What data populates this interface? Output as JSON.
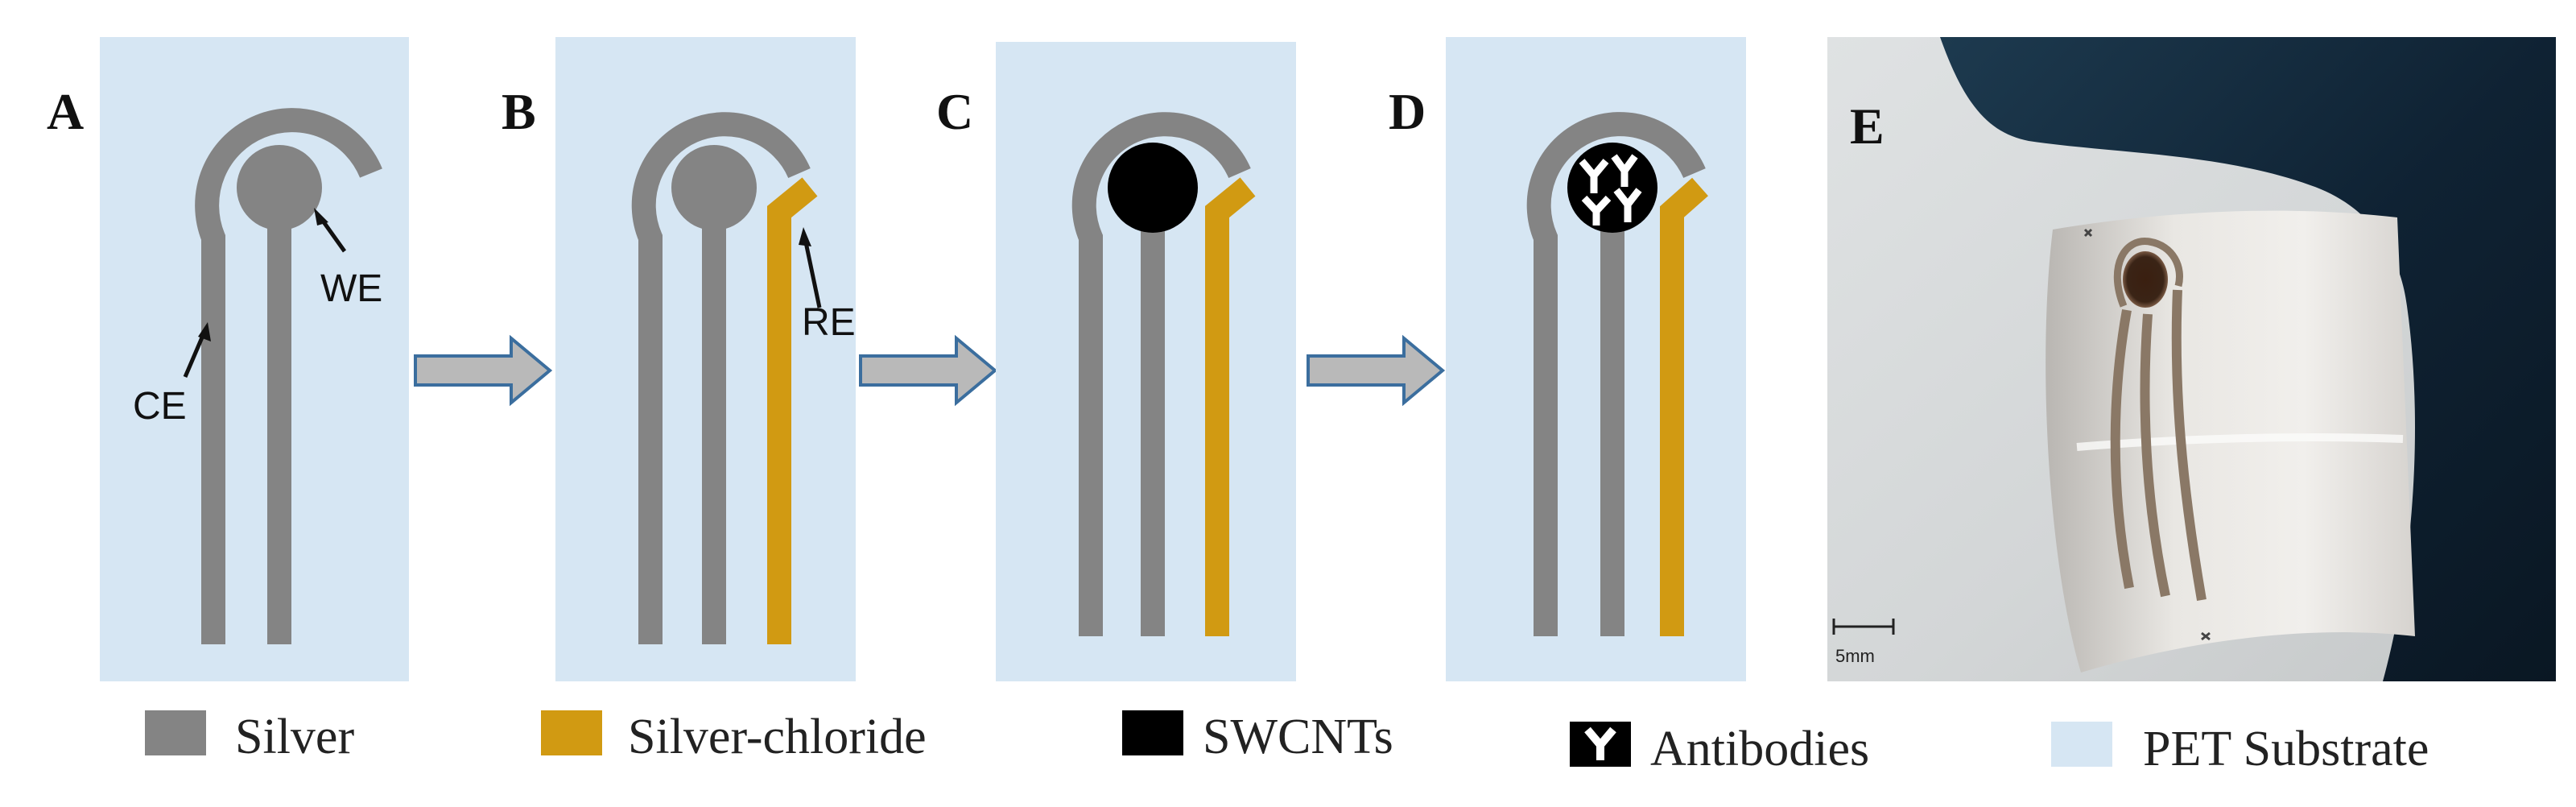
{
  "panels": {
    "a": {
      "letter": "A",
      "we_label": "WE",
      "ce_label": "CE"
    },
    "b": {
      "letter": "B",
      "re_label": "RE"
    },
    "c": {
      "letter": "C"
    },
    "d": {
      "letter": "D"
    },
    "e": {
      "letter": "E",
      "scale_label": "5mm"
    }
  },
  "legend": {
    "silver": "Silver",
    "silver_chloride": "Silver-chloride",
    "swcnts": "SWCNTs",
    "antibodies": "Antibodies",
    "pet_substrate": "PET Substrate"
  },
  "colors": {
    "silver": "#848484",
    "silver_chloride": "#d19a12",
    "swcnts": "#000000",
    "pet_substrate": "#d6e6f3",
    "arrow_fill": "#b9b9b9",
    "arrow_stroke": "#3b6e9e"
  }
}
